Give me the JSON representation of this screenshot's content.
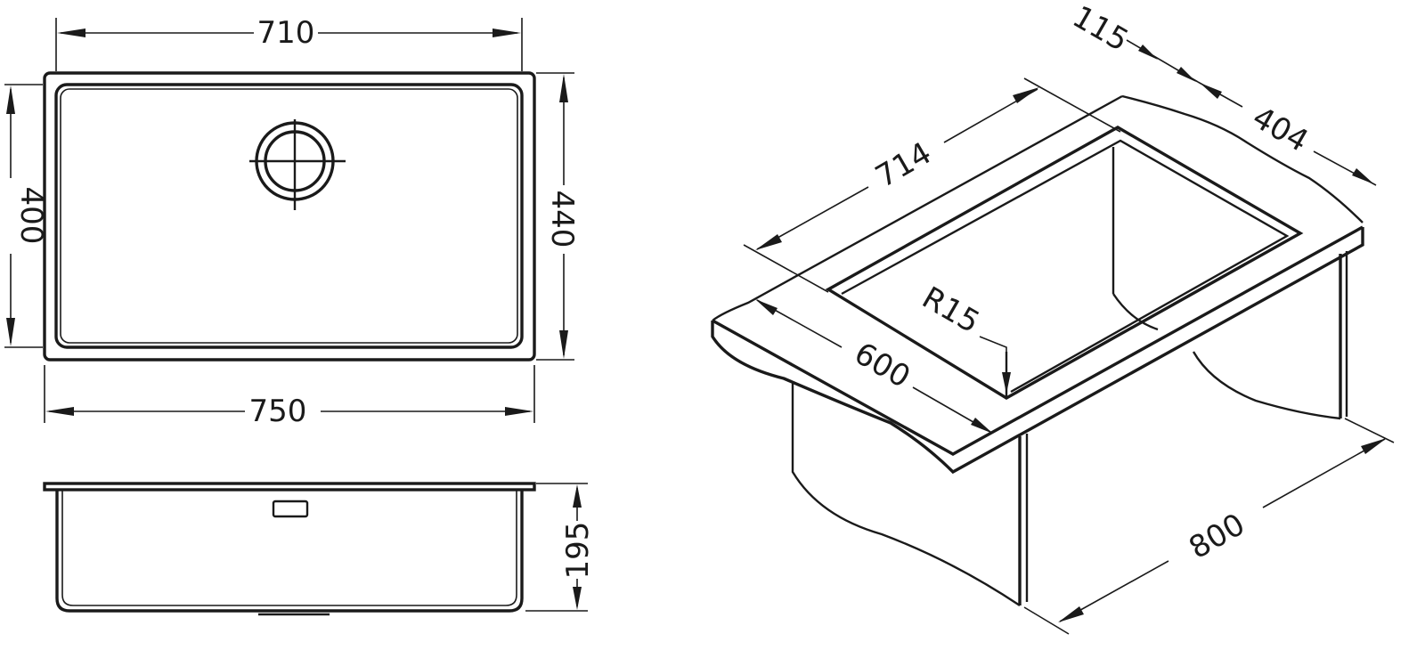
{
  "diagram": {
    "plan_view": {
      "inner_width": "710",
      "outer_width": "750",
      "inner_depth": "400",
      "outer_depth": "440"
    },
    "side_view": {
      "bowl_height": "195"
    },
    "iso_view": {
      "dim_115": "115",
      "dim_714": "714",
      "dim_404": "404",
      "dim_600": "600",
      "dim_800": "800",
      "corner_radius": "R15"
    }
  },
  "colors": {
    "line": "#1a1a1a",
    "background": "#ffffff"
  }
}
